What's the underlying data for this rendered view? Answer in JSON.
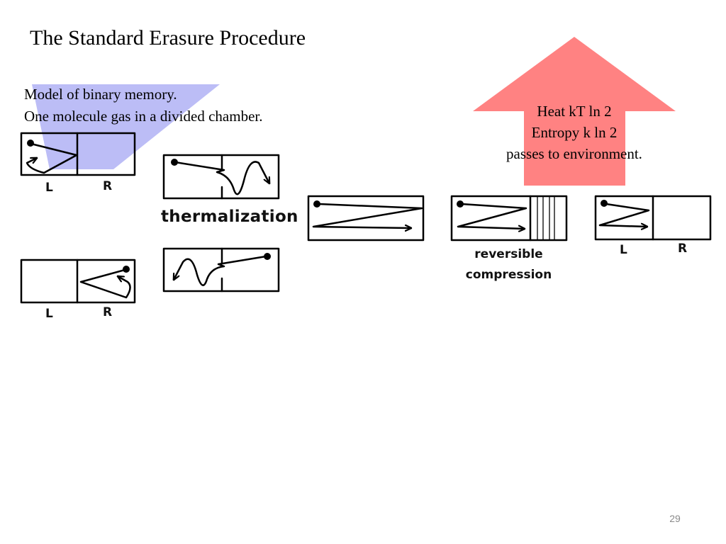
{
  "slide": {
    "title": "The Standard Erasure Procedure",
    "page_number": "29"
  },
  "memory_model": {
    "line1": "Model of binary memory.",
    "line2": "One molecule gas in a divided chamber.",
    "highlight_color": "#bcbdf6"
  },
  "heat_arrow": {
    "line1": "Heat kT ln 2",
    "line2": "Entropy k ln 2",
    "line3": "passes to environment.",
    "color": "#ff8282"
  },
  "labels": {
    "left": "L",
    "right": "R",
    "thermalization": "thermalization",
    "reversible": "reversible",
    "compression": "compression"
  }
}
